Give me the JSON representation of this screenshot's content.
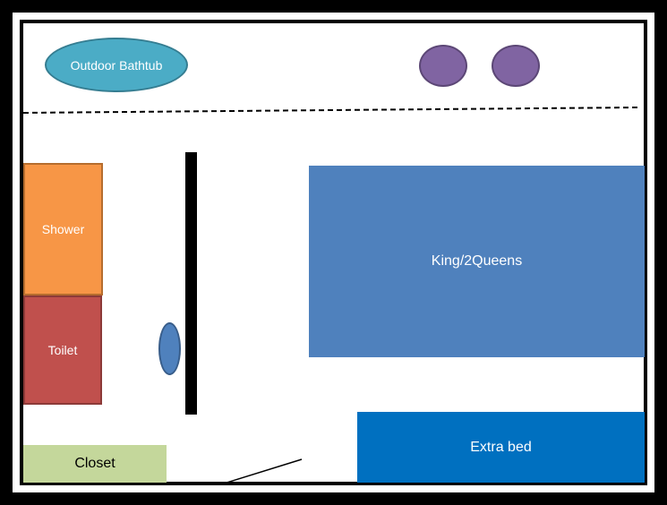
{
  "labels": {
    "bathtub": "Outdoor Bathtub",
    "shower": "Shower",
    "toilet": "Toilet",
    "king": "King/2Queens",
    "extra_bed": "Extra bed",
    "closet": "Closet"
  },
  "colors": {
    "bathtub": "#4bacc6",
    "stools": "#8064a2",
    "shower": "#f79646",
    "toilet": "#c0504d",
    "sink": "#4f81bd",
    "king_bed": "#4f81bd",
    "extra_bed": "#0070c0",
    "closet": "#c4d79b",
    "walls": "#000000"
  }
}
